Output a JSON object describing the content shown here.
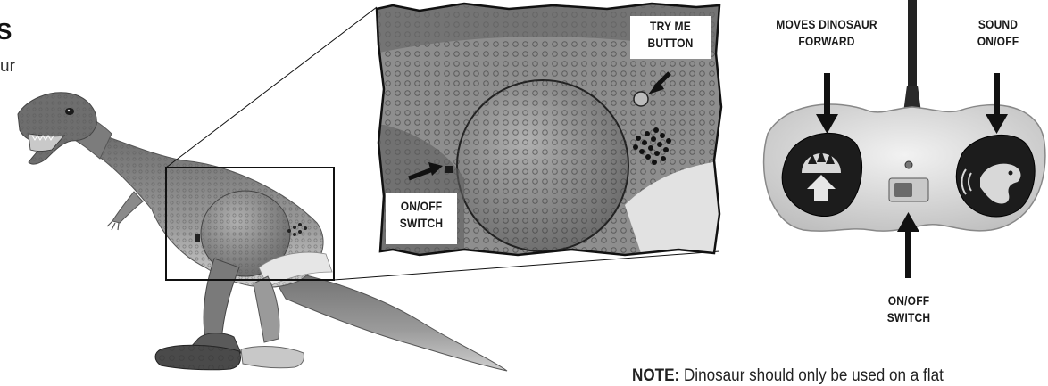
{
  "heading_fragment": "S",
  "subheading_fragment": "ur",
  "inset": {
    "try_me_label": [
      "TRY ME",
      "BUTTON"
    ],
    "switch_label": [
      "ON/OFF",
      "SWITCH"
    ]
  },
  "remote": {
    "forward_label": [
      "MOVES DINOSAUR",
      "FORWARD"
    ],
    "sound_label": [
      "SOUND",
      "ON/OFF"
    ],
    "switch_label": [
      "ON/OFF",
      "SWITCH"
    ]
  },
  "note": {
    "prefix": "NOTE:",
    "text": " Dinosaur should only be used on a flat"
  },
  "icons": [
    "dinosaur-figure",
    "claw-arrow-icon",
    "dino-roar-icon",
    "arrow-icon"
  ],
  "colors": {
    "ink": "#111111",
    "body_gray": "#8a8a8a",
    "remote_gray": "#d8d8d8",
    "button_dark": "#1c1c1c"
  }
}
